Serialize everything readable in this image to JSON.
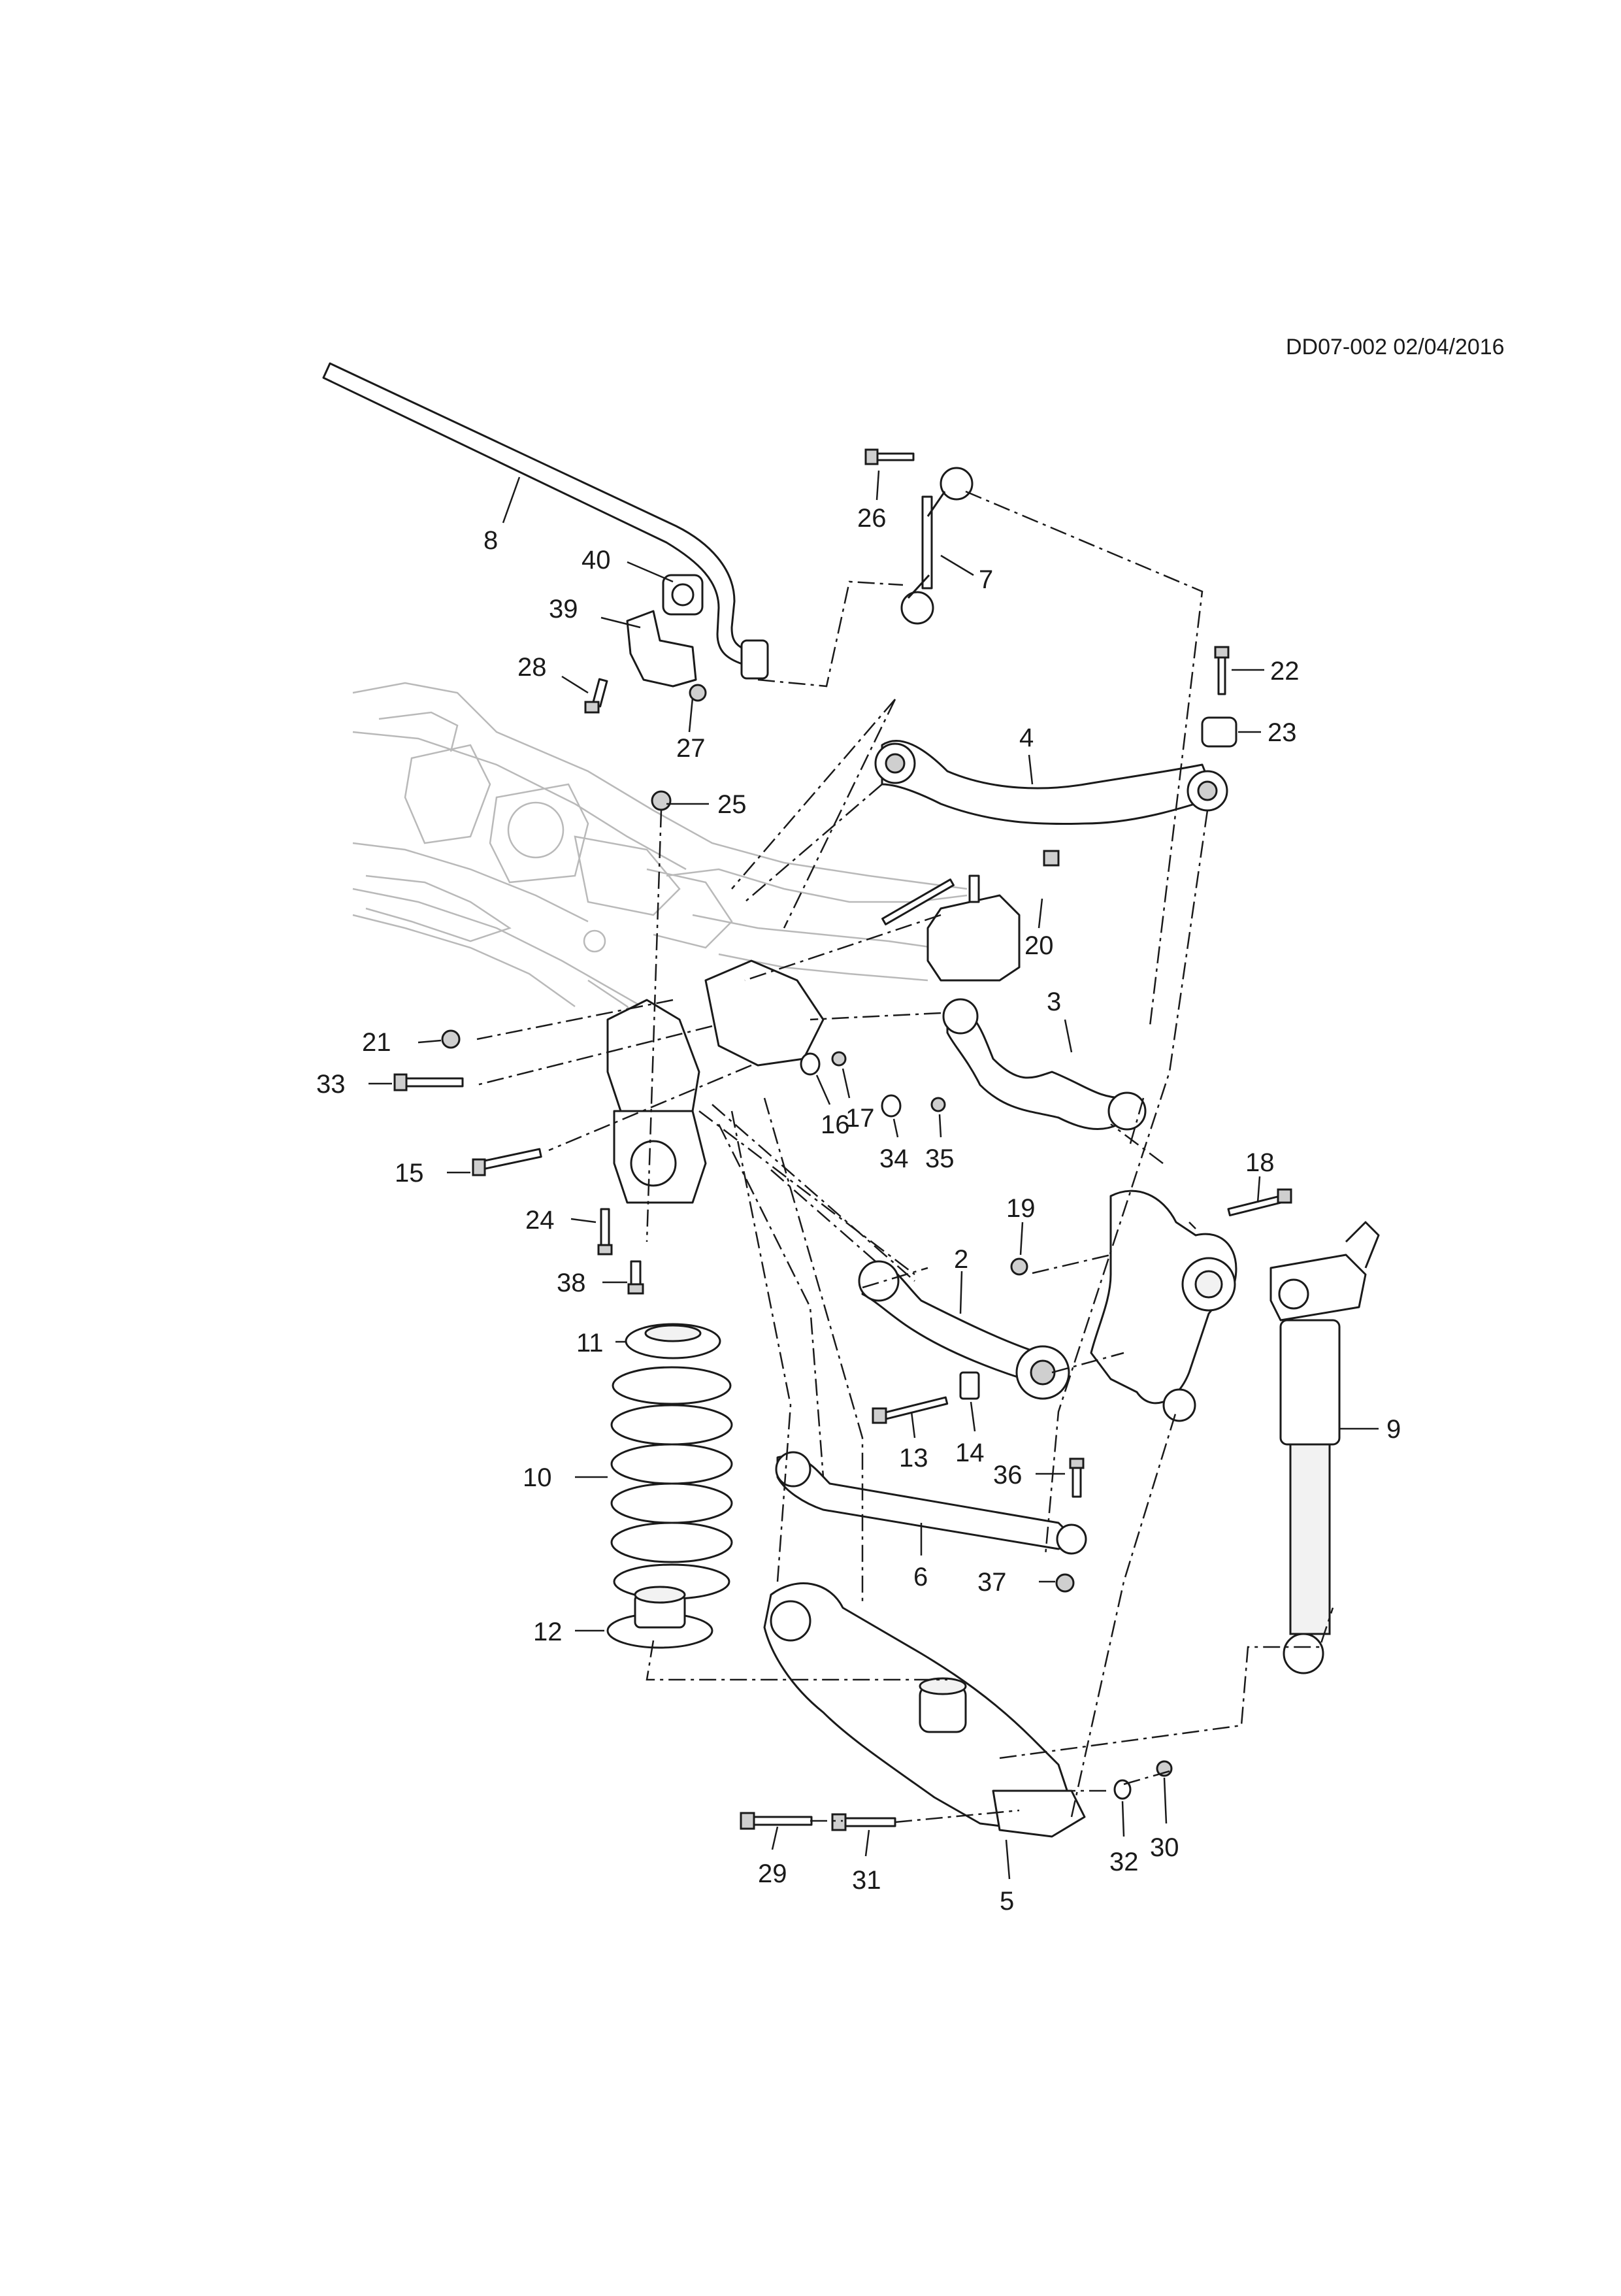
{
  "doc_code": "DD07-002 02/04/2016",
  "callouts": {
    "p2": "2",
    "p3": "3",
    "p4": "4",
    "p5": "5",
    "p6": "6",
    "p7": "7",
    "p8": "8",
    "p9": "9",
    "p10": "10",
    "p11": "11",
    "p12": "12",
    "p13": "13",
    "p14": "14",
    "p15": "15",
    "p16": "16",
    "p17": "17",
    "p18": "18",
    "p19": "19",
    "p20": "20",
    "p21": "21",
    "p22": "22",
    "p23": "23",
    "p24": "24",
    "p25": "25",
    "p26": "26",
    "p27": "27",
    "p28": "28",
    "p29": "29",
    "p30": "30",
    "p31": "31",
    "p32": "32",
    "p33": "33",
    "p34": "34",
    "p35": "35",
    "p36": "36",
    "p37": "37",
    "p38": "38",
    "p39": "39",
    "p40": "40"
  }
}
